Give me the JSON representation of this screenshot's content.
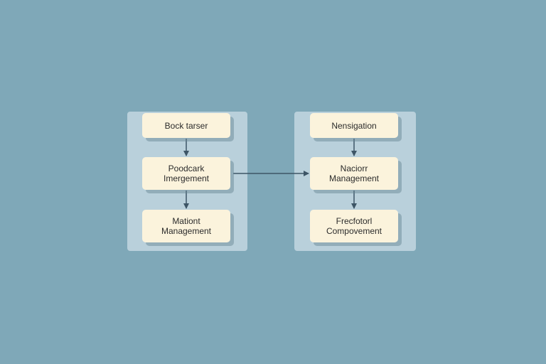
{
  "colors": {
    "background": "#7fa8b8",
    "group_panel": "#b9d0db",
    "node_fill": "#fbf3dc",
    "arrow": "#3d5566"
  },
  "left_group": {
    "nodes": [
      {
        "label": "Bock tarser"
      },
      {
        "label": "Poodcark\nImergement"
      },
      {
        "label": "Mationt\nManagement"
      }
    ]
  },
  "right_group": {
    "nodes": [
      {
        "label": "Nensigation"
      },
      {
        "label": "Naciorr\nManagement"
      },
      {
        "label": "Frecfotorl\nCompovement"
      }
    ]
  }
}
